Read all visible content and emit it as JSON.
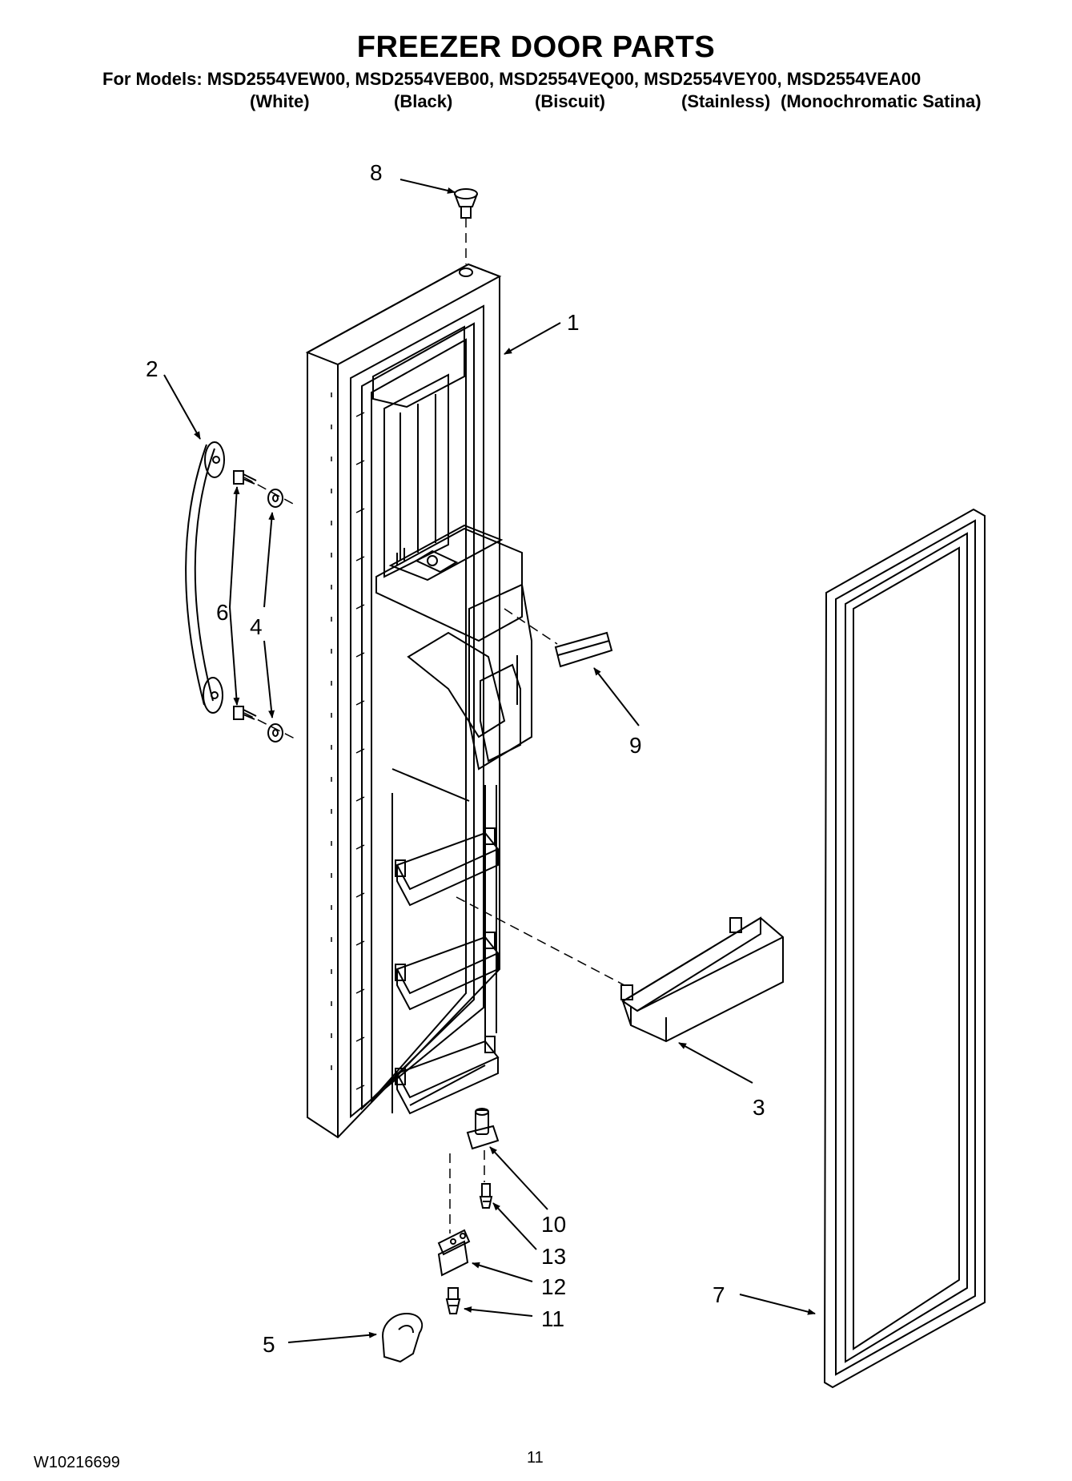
{
  "header": {
    "title": "FREEZER DOOR PARTS",
    "models_line": "For Models: MSD2554VEW00, MSD2554VEB00, MSD2554VEQ00, MSD2554VEY00, MSD2554VEA00",
    "variants": [
      "(White)",
      "(Black)",
      "(Biscuit)",
      "(Stainless)",
      "(Monochromatic Satina)"
    ]
  },
  "callouts": {
    "c1": "1",
    "c2": "2",
    "c3": "3",
    "c4": "4",
    "c5": "5",
    "c6": "6",
    "c7": "7",
    "c8": "8",
    "c9": "9",
    "c10": "10",
    "c11": "11",
    "c12": "12",
    "c13": "13"
  },
  "footer": {
    "doc_number": "W10216699",
    "page_number": "11"
  }
}
